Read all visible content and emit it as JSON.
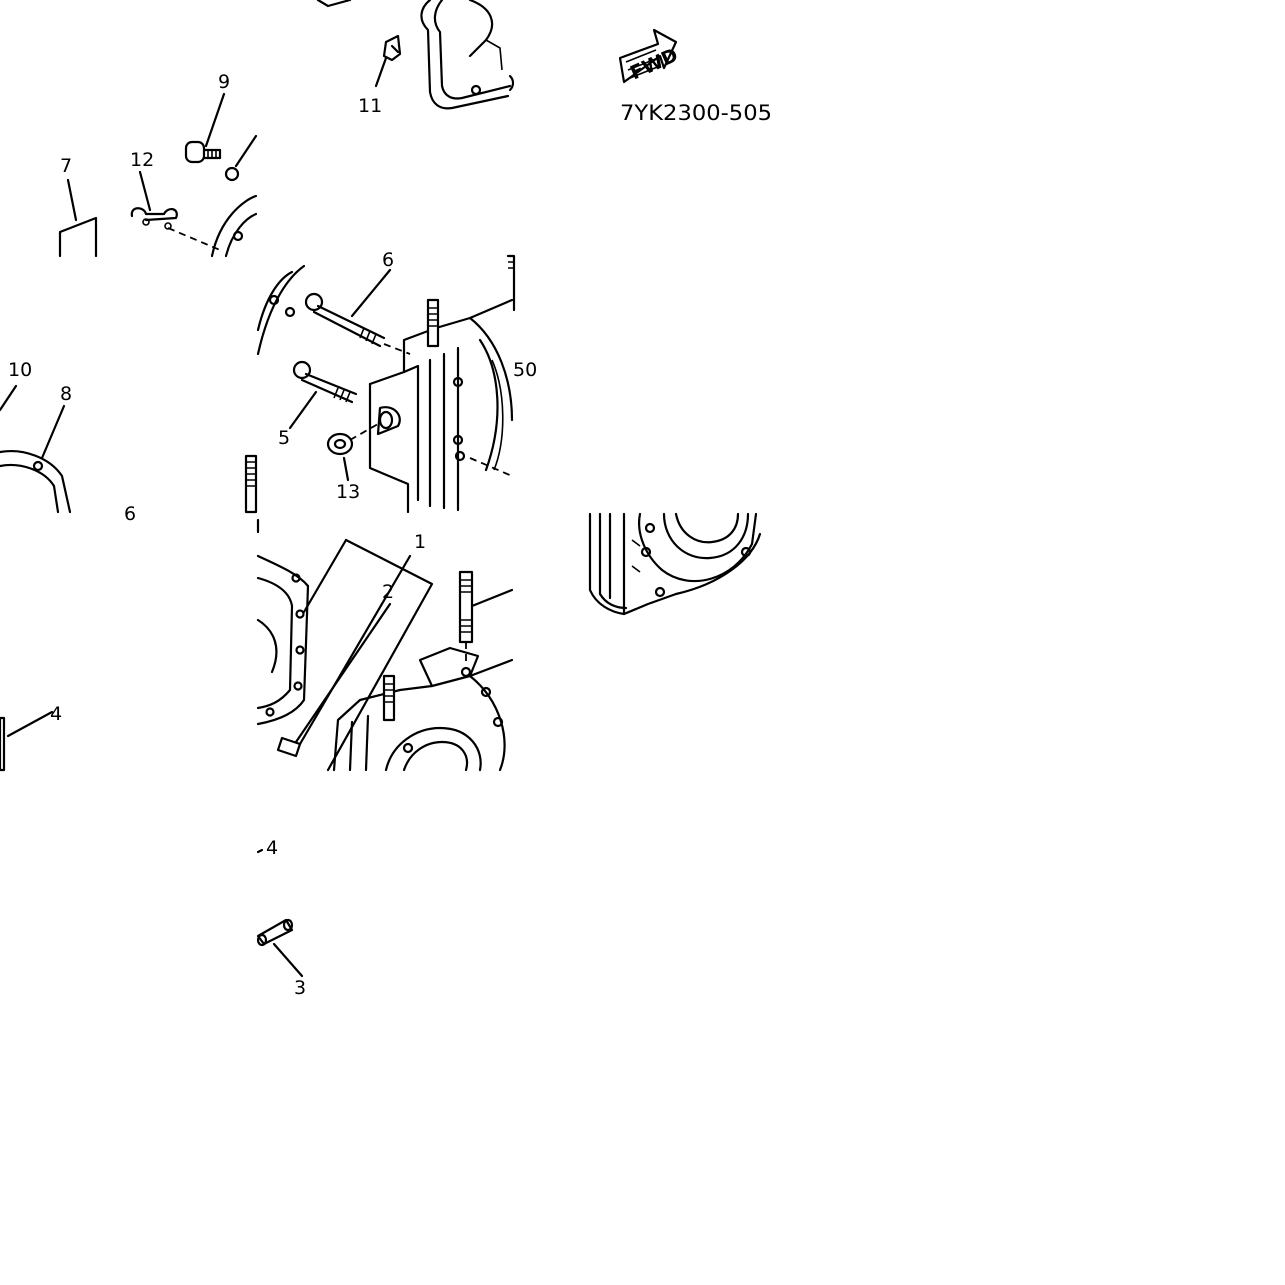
{
  "part_labels": {
    "p1": "1",
    "p2": "2",
    "p3": "3",
    "p4a": "4",
    "p4b": "4",
    "p5": "5",
    "p6a": "6",
    "p6b": "6",
    "p7": "7",
    "p8": "8",
    "p9": "9",
    "p10": "10",
    "p11": "11",
    "p12": "12",
    "p13": "13"
  },
  "fwd_badge": "FWD",
  "diagram_code": "7YK2300-505",
  "fragment_text": "50"
}
